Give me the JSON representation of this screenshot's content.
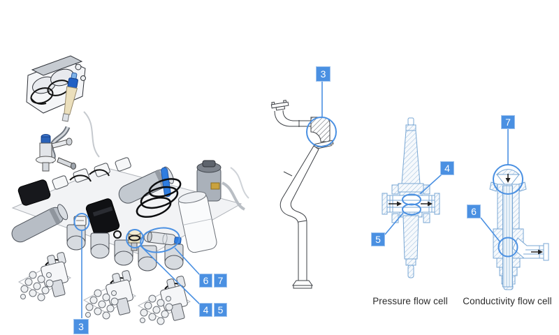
{
  "figure": {
    "type": "exploded-assembly-diagram",
    "colors": {
      "accent_blue": "#4a90e2",
      "label_border": "#9fc3ee",
      "drawing_light_blue": "#79a7d4",
      "pipe_line_dark": "#3d4045",
      "caption_text": "#2b2b2b",
      "background": "#ffffff"
    },
    "labels": {
      "three": "3",
      "four": "4",
      "five": "5",
      "six": "6",
      "seven": "7"
    },
    "captions": {
      "pressure": "Pressure flow cell",
      "conductivity": "Conductivity flow cell"
    }
  }
}
